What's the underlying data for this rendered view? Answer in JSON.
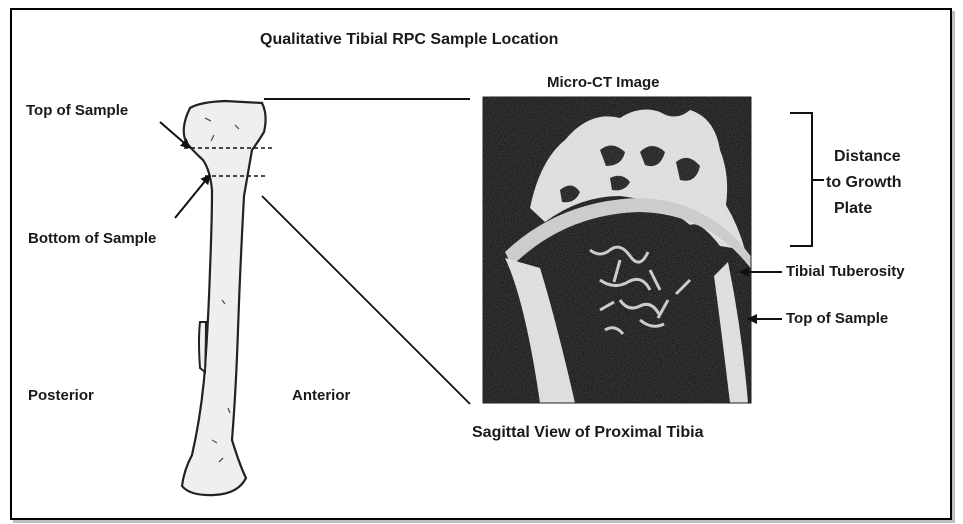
{
  "figure": {
    "title": "Qualitative Tibial RPC Sample Location",
    "ct_label": "Micro-CT Image",
    "bone_labels": {
      "top_of_sample": "Top of Sample",
      "bottom_of_sample": "Bottom of Sample",
      "posterior": "Posterior",
      "anterior": "Anterior"
    },
    "ct_annotations": {
      "distance_line1": "Distance",
      "distance_line2": "to Growth",
      "distance_line3": "Plate",
      "tibial_tuberosity": "Tibial Tuberosity",
      "top_of_sample": "Top of Sample"
    },
    "caption": "Sagittal View of Proximal Tibia"
  },
  "colors": {
    "text": "#1a1a1a",
    "bone_fill": "#efefef",
    "ct_background": "#0c0c0c",
    "ct_bone": "#e9e9e9"
  }
}
